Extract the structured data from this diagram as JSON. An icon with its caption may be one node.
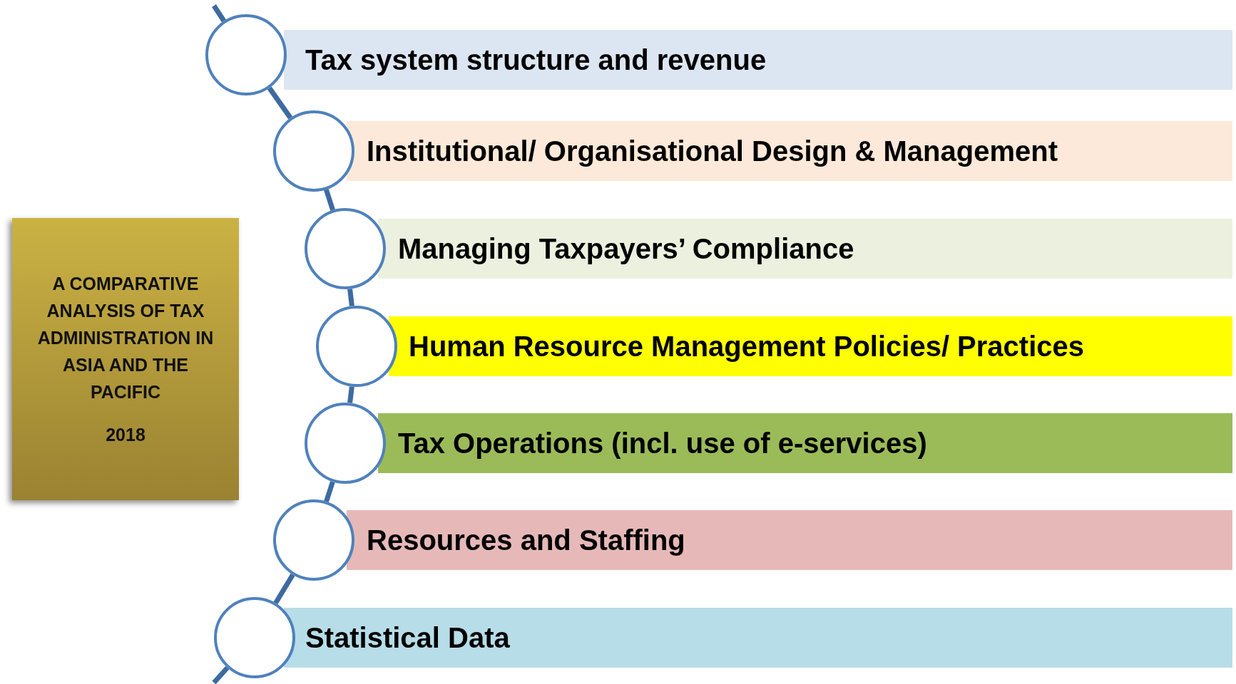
{
  "diagram": {
    "nodes": [
      {
        "text": [
          "Tax system structure and revenue"
        ]
      },
      {
        "text": [
          "Institutional/ Organisational Design & Management"
        ]
      },
      {
        "text": [
          "Managing Taxpayers’ Compliance"
        ]
      },
      {
        "text": [
          "Human Resource Management Policies/ Practices"
        ]
      },
      {
        "text": [
          "Tax Operations (incl. use of e-services)"
        ]
      },
      {
        "text": [
          "Resources and Staffing"
        ]
      },
      {
        "text": [
          "Statistical Data"
        ]
      },
      {
        "text": [],
        "shape": "circle"
      },
      {
        "text": [],
        "shape": "circle"
      },
      {
        "text": [],
        "shape": "circle"
      },
      {
        "text": [],
        "shape": "circle"
      },
      {
        "text": [],
        "shape": "circle"
      },
      {
        "text": [],
        "shape": "circle"
      },
      {
        "text": [],
        "shape": "circle"
      },
      {
        "text": [
          "A COMPARATIVE ANALYSIS OF TAX ADMINISTRATION IN ASIA AND THE PACIFIC",
          "2018"
        ]
      }
    ],
    "edges": [
      {
        "from": null,
        "to": 7,
        "arrow": "none"
      },
      {
        "from": 7,
        "to": 8,
        "arrow": "none"
      },
      {
        "from": 8,
        "to": 9,
        "arrow": "none"
      },
      {
        "from": 9,
        "to": 10,
        "arrow": "none"
      },
      {
        "from": 10,
        "to": 11,
        "arrow": "none"
      },
      {
        "from": 11,
        "to": 12,
        "arrow": "none"
      },
      {
        "from": 12,
        "to": 13,
        "arrow": "none"
      },
      {
        "from": 13,
        "to": null,
        "arrow": "none"
      }
    ]
  }
}
